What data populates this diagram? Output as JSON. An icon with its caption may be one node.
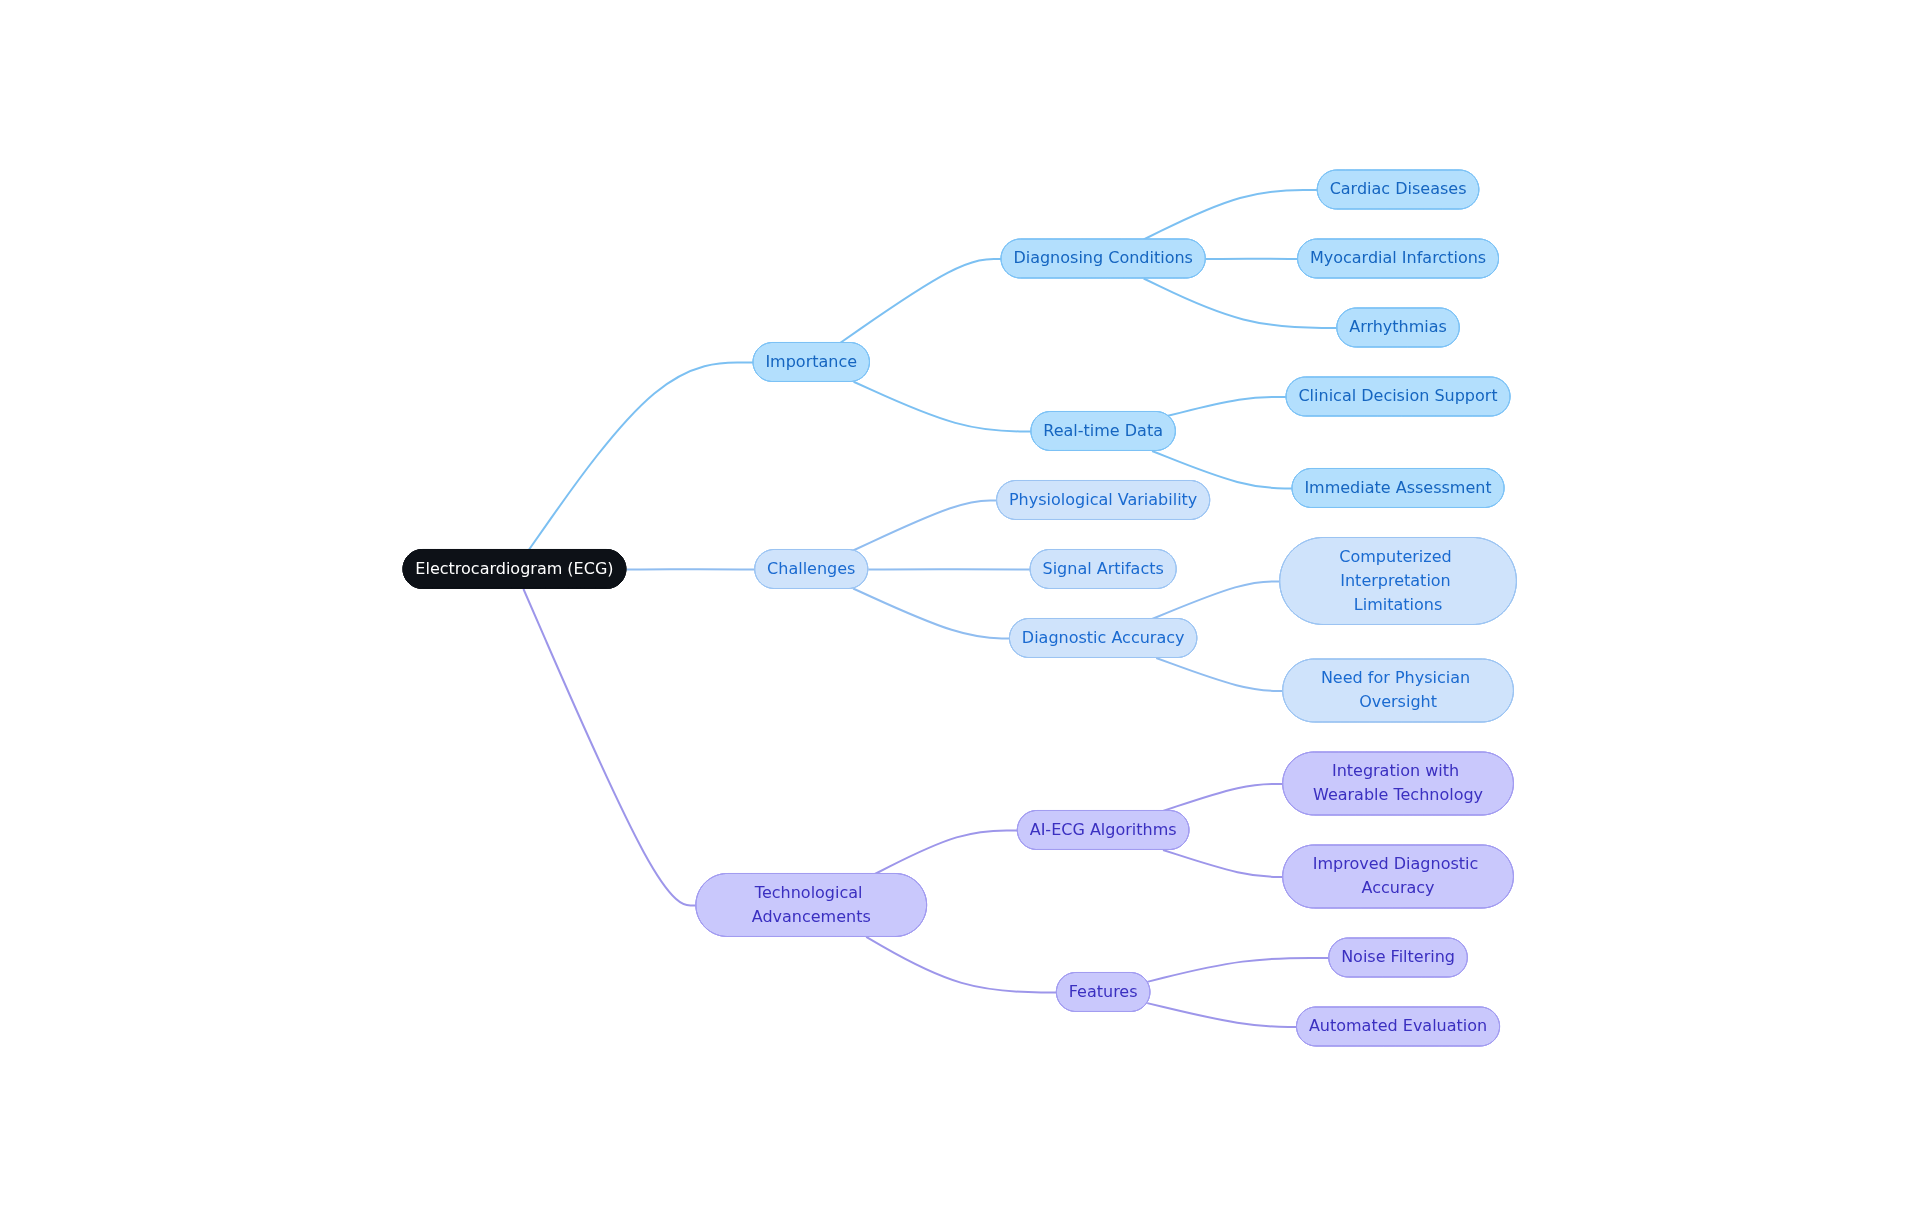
{
  "diagram": {
    "nodes": [
      {
        "text": [
          "Electrocardiogram (ECG)"
        ]
      },
      {
        "text": [
          "Importance"
        ]
      },
      {
        "text": [
          "Diagnosing Conditions"
        ]
      },
      {
        "text": [
          "Cardiac Diseases"
        ]
      },
      {
        "text": [
          "Myocardial Infarctions"
        ]
      },
      {
        "text": [
          "Arrhythmias"
        ]
      },
      {
        "text": [
          "Real-time Data"
        ]
      },
      {
        "text": [
          "Clinical Decision Support"
        ]
      },
      {
        "text": [
          "Immediate Assessment"
        ]
      },
      {
        "text": [
          "Challenges"
        ]
      },
      {
        "text": [
          "Physiological Variability"
        ]
      },
      {
        "text": [
          "Signal Artifacts"
        ]
      },
      {
        "text": [
          "Diagnostic Accuracy"
        ]
      },
      {
        "text": [
          "Computerized Interpretation Limitations"
        ]
      },
      {
        "text": [
          "Need for Physician Oversight"
        ]
      },
      {
        "text": [
          "Technological Advancements"
        ]
      },
      {
        "text": [
          "AI-ECG Algorithms"
        ]
      },
      {
        "text": [
          "Integration with Wearable Technology"
        ]
      },
      {
        "text": [
          "Improved Diagnostic Accuracy"
        ]
      },
      {
        "text": [
          "Features"
        ]
      },
      {
        "text": [
          "Noise Filtering"
        ]
      },
      {
        "text": [
          "Automated Evaluation"
        ]
      }
    ],
    "edges": [
      {
        "from": 0,
        "to": 1,
        "arrow": "none"
      },
      {
        "from": 1,
        "to": 2,
        "arrow": "none"
      },
      {
        "from": 2,
        "to": 3,
        "arrow": "none"
      },
      {
        "from": 2,
        "to": 4,
        "arrow": "none"
      },
      {
        "from": 2,
        "to": 5,
        "arrow": "none"
      },
      {
        "from": 1,
        "to": 6,
        "arrow": "none"
      },
      {
        "from": 6,
        "to": 7,
        "arrow": "none"
      },
      {
        "from": 6,
        "to": 8,
        "arrow": "none"
      },
      {
        "from": 0,
        "to": 9,
        "arrow": "none",
        "color": "#90bdf0"
      },
      {
        "from": 9,
        "to": 10,
        "arrow": "none",
        "color": "#90bdf0"
      },
      {
        "from": 9,
        "to": 11,
        "arrow": "none",
        "color": "#90bdf0"
      },
      {
        "from": 9,
        "to": 12,
        "arrow": "none",
        "color": "#90bdf0"
      },
      {
        "from": 12,
        "to": 13,
        "arrow": "none",
        "color": "#90bdf0"
      },
      {
        "from": 12,
        "to": 14,
        "arrow": "none",
        "color": "#90bdf0"
      },
      {
        "from": 0,
        "to": 15,
        "arrow": "none",
        "color": "#9d96ea"
      },
      {
        "from": 15,
        "to": 16,
        "arrow": "none",
        "color": "#9d96ea"
      },
      {
        "from": 16,
        "to": 17,
        "arrow": "none",
        "color": "#9d96ea"
      },
      {
        "from": 16,
        "to": 18,
        "arrow": "none",
        "color": "#9d96ea"
      },
      {
        "from": 15,
        "to": 19,
        "arrow": "none",
        "color": "#9d96ea"
      },
      {
        "from": 19,
        "to": 20,
        "arrow": "none",
        "color": "#9d96ea"
      },
      {
        "from": 19,
        "to": 21,
        "arrow": "none",
        "color": "#9d96ea"
      }
    ]
  }
}
